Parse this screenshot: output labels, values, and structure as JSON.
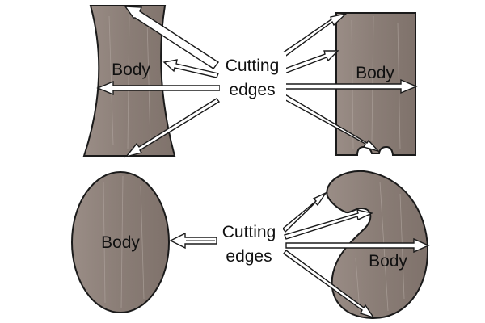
{
  "colors": {
    "body_fill": "#8c7f78",
    "body_stroke": "#1a1a1a",
    "arrow_fill": "#ffffff",
    "arrow_stroke": "#1a1a1a",
    "text": "#111111",
    "background": "#ffffff"
  },
  "labels": {
    "body": "Body",
    "cutting_line1": "Cutting",
    "cutting_line2": "edges"
  }
}
